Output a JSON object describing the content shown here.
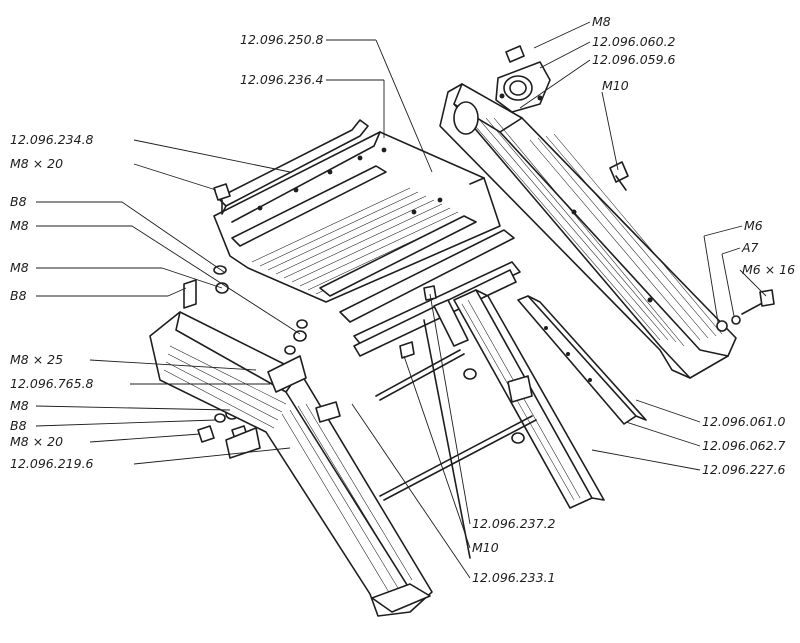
{
  "diagram": {
    "labels": [
      {
        "id": "m8-top",
        "text": "M8"
      },
      {
        "id": "p-060-2",
        "text": "12.096.060.2"
      },
      {
        "id": "p-059-6",
        "text": "12.096.059.6"
      },
      {
        "id": "m10-right",
        "text": "M10"
      },
      {
        "id": "p-250-8",
        "text": "12.096.250.8"
      },
      {
        "id": "p-236-4",
        "text": "12.096.236.4"
      },
      {
        "id": "p-234-8",
        "text": "12.096.234.8"
      },
      {
        "id": "m8x20-top",
        "text": "M8 × 20"
      },
      {
        "id": "b8-1",
        "text": "B8"
      },
      {
        "id": "m8-1",
        "text": "M8"
      },
      {
        "id": "m8-2",
        "text": "M8"
      },
      {
        "id": "b8-2",
        "text": "B8"
      },
      {
        "id": "m6",
        "text": "M6"
      },
      {
        "id": "a7",
        "text": "A7"
      },
      {
        "id": "m6x16",
        "text": "M6 × 16"
      },
      {
        "id": "m8x25",
        "text": "M8 × 25"
      },
      {
        "id": "p-765-8",
        "text": "12.096.765.8"
      },
      {
        "id": "m8-3",
        "text": "M8"
      },
      {
        "id": "b8-3",
        "text": "B8"
      },
      {
        "id": "m8x20-bottom",
        "text": "M8 × 20"
      },
      {
        "id": "p-219-6",
        "text": "12.096.219.6"
      },
      {
        "id": "p-061-0",
        "text": "12.096.061.0"
      },
      {
        "id": "p-062-7",
        "text": "12.096.062.7"
      },
      {
        "id": "p-227-6",
        "text": "12.096.227.6"
      },
      {
        "id": "p-237-2",
        "text": "12.096.237.2"
      },
      {
        "id": "m10-bottom",
        "text": "M10"
      },
      {
        "id": "p-233-1",
        "text": "12.096.233.1"
      }
    ]
  }
}
